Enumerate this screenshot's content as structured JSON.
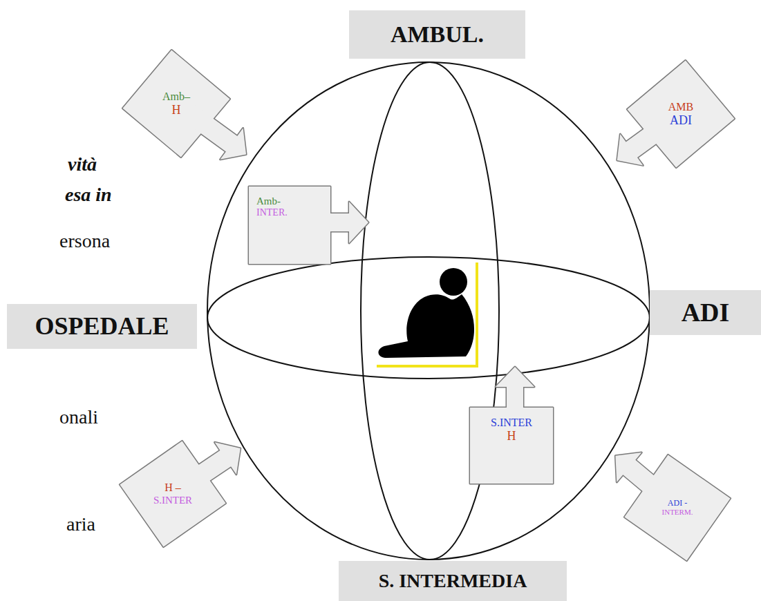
{
  "diagram": {
    "nodes": [
      {
        "text": [
          "AMBUL."
        ]
      },
      {
        "text": [
          "Amb–",
          "H"
        ]
      },
      {
        "text": [
          "AMB",
          "ADI"
        ]
      },
      {
        "text": [
          "Amb-",
          "INTER."
        ]
      },
      {
        "text": [
          "OSPEDALE"
        ]
      },
      {
        "text": [
          "ADI"
        ]
      },
      {
        "text": [
          "S.INTER",
          "H"
        ]
      },
      {
        "text": [
          "H –",
          "S.INTER"
        ]
      },
      {
        "text": [
          "ADI -",
          "INTERM."
        ]
      },
      {
        "text": [
          "S. INTERMEDIA"
        ]
      }
    ],
    "labels": [
      "vità",
      "esa in",
      "ersona",
      "onali",
      "aria"
    ]
  }
}
